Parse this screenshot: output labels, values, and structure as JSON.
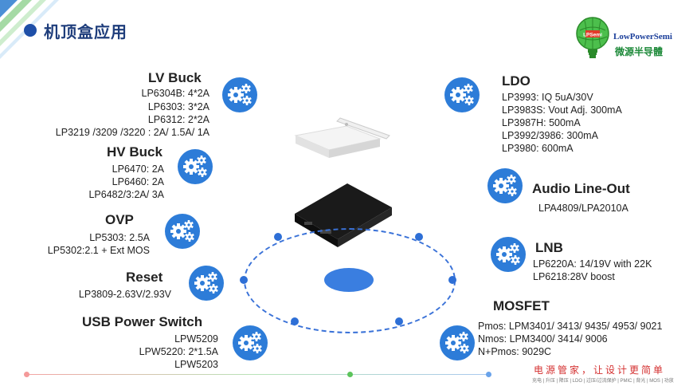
{
  "page_title": "机顶盒应用",
  "logo": {
    "name": "LowPowerSemi",
    "cn": "微源半导體",
    "badge": "LPSemi"
  },
  "left": [
    {
      "title": "LV Buck",
      "lines": [
        "LP6304B: 4*2A",
        "LP6303: 3*2A",
        "LP6312: 2*2A",
        "LP3219 /3209 /3220 : 2A/ 1.5A/ 1A"
      ]
    },
    {
      "title": "HV Buck",
      "lines": [
        "LP6470: 2A",
        "LP6460: 2A",
        "LP6482/3:2A/ 3A"
      ]
    },
    {
      "title": "OVP",
      "lines": [
        "LP5303: 2.5A",
        "LP5302:2.1 + Ext MOS"
      ]
    },
    {
      "title": "Reset",
      "lines": [
        "LP3809-2.63V/2.93V"
      ]
    },
    {
      "title": "USB Power Switch",
      "lines": [
        "LPW5209",
        "LPW5220: 2*1.5A",
        "LPW5203"
      ]
    }
  ],
  "right": [
    {
      "title": "LDO",
      "lines": [
        "LP3993: IQ 5uA/30V",
        "LP3983S: Vout Adj. 300mA",
        "LP3987H: 500mA",
        "LP3992/3986: 300mA",
        "LP3980: 600mA"
      ]
    },
    {
      "title": "Audio Line-Out",
      "lines": [
        "LPA4809/LPA2010A"
      ]
    },
    {
      "title": "LNB",
      "lines": [
        "LP6220A: 14/19V with 22K",
        "LP6218:28V boost"
      ]
    },
    {
      "title": "MOSFET",
      "lines": [
        "Pmos: LPM3401/ 3413/ 9435/ 4953/ 9021",
        "Nmos: LPM3400/ 3414/ 9006",
        "N+Pmos: 9029C"
      ]
    }
  ],
  "slogan": "电源管家，让设计更简单",
  "subslogan": "充电 | 升压 | 降压 | LDO | 过压/过流保护 | PMIC | 背光 | MOS | 功放",
  "colors": {
    "accent": "#2d7cd8",
    "title": "#1e3d7b",
    "slogan": "#d43030"
  }
}
